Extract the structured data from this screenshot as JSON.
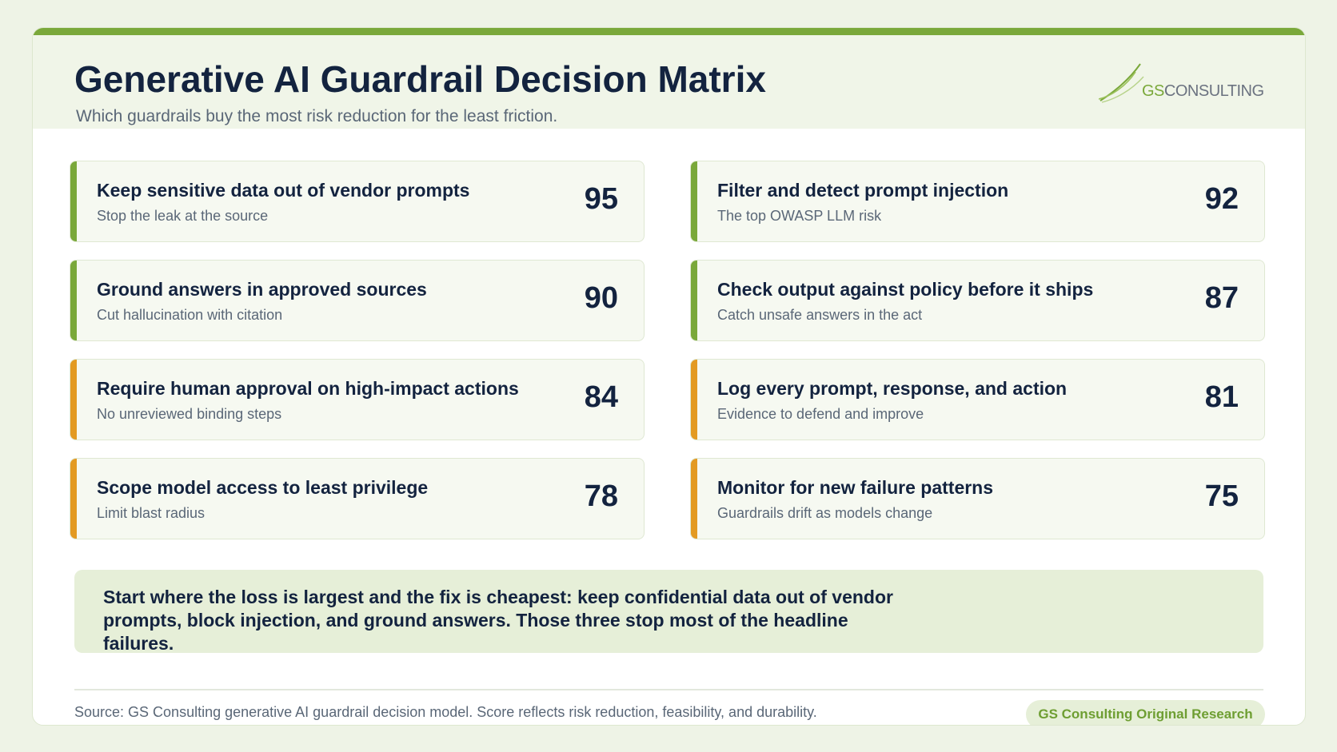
{
  "header": {
    "title": "Generative AI Guardrail Decision Matrix",
    "subtitle": "Which guardrails buy the most risk reduction for the least friction.",
    "logo_gs": "GS",
    "logo_consulting": "CONSULTING"
  },
  "colors": {
    "accent_green": "#7aa83a",
    "accent_orange": "#e39a22",
    "navy": "#13233f"
  },
  "cards": [
    {
      "title": "Keep sensitive data out of vendor prompts",
      "subtitle": "Stop the leak at the source",
      "score": "95",
      "accent": "green"
    },
    {
      "title": "Filter and detect prompt injection",
      "subtitle": "The top OWASP LLM risk",
      "score": "92",
      "accent": "green"
    },
    {
      "title": "Ground answers in approved sources",
      "subtitle": "Cut hallucination with citation",
      "score": "90",
      "accent": "green"
    },
    {
      "title": "Check output against policy before it ships",
      "subtitle": "Catch unsafe answers in the act",
      "score": "87",
      "accent": "green"
    },
    {
      "title": "Require human approval on high-impact actions",
      "subtitle": "No unreviewed binding steps",
      "score": "84",
      "accent": "orange"
    },
    {
      "title": "Log every prompt, response, and action",
      "subtitle": "Evidence to defend and improve",
      "score": "81",
      "accent": "orange"
    },
    {
      "title": "Scope model access to least privilege",
      "subtitle": "Limit blast radius",
      "score": "78",
      "accent": "orange"
    },
    {
      "title": "Monitor for new failure patterns",
      "subtitle": "Guardrails drift as models change",
      "score": "75",
      "accent": "orange"
    }
  ],
  "callout": {
    "text": "Start where the loss is largest and the fix is cheapest: keep confidential data out of vendor prompts, block injection, and ground answers. Those three stop most of the headline failures."
  },
  "footer": {
    "source": "Source: GS Consulting generative AI guardrail decision model. Score reflects risk reduction, feasibility, and durability.",
    "badge": "GS Consulting Original Research"
  }
}
